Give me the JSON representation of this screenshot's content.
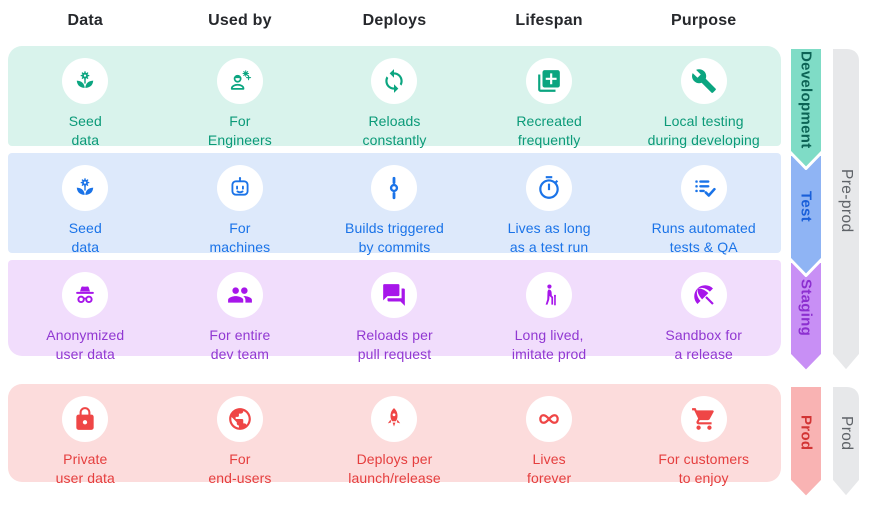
{
  "header": {
    "columns": [
      "Data",
      "Used by",
      "Deploys",
      "Lifespan",
      "Purpose"
    ]
  },
  "rows": [
    {
      "id": "development",
      "ribbon_label": "Development",
      "colors": {
        "bg": "#d9f3ec",
        "icon": "#0ba580",
        "text": "#0b9a78",
        "ribbon": "#7fdcc6",
        "ribbon_text": "#0c6355"
      },
      "cells": [
        {
          "icon": "seed-icon",
          "text": "Seed\ndata"
        },
        {
          "icon": "engineering-icon",
          "text": "For\nEngineers"
        },
        {
          "icon": "sync-icon",
          "text": "Reloads\nconstantly"
        },
        {
          "icon": "library-add-icon",
          "text": "Recreated\nfrequently"
        },
        {
          "icon": "wrench-icon",
          "text": "Local testing\nduring developing"
        }
      ]
    },
    {
      "id": "test",
      "ribbon_label": "Test",
      "colors": {
        "bg": "#dde9fb",
        "icon": "#1a73e8",
        "text": "#1a73e8",
        "ribbon": "#8fb4f4",
        "ribbon_text": "#1a5fd9"
      },
      "cells": [
        {
          "icon": "seed-icon",
          "text": "Seed\ndata"
        },
        {
          "icon": "robot-icon",
          "text": "For\nmachines"
        },
        {
          "icon": "commit-icon",
          "text": "Builds triggered\nby commits"
        },
        {
          "icon": "timer-icon",
          "text": "Lives as long\nas a test run"
        },
        {
          "icon": "checklist-icon",
          "text": "Runs automated\ntests & QA"
        }
      ]
    },
    {
      "id": "staging",
      "ribbon_label": "Staging",
      "colors": {
        "bg": "#f1ddfc",
        "icon": "#a716ea",
        "text": "#9138d2",
        "ribbon": "#c88ff5",
        "ribbon_text": "#8c2fd0"
      },
      "cells": [
        {
          "icon": "incognito-icon",
          "text": "Anonymized\nuser data"
        },
        {
          "icon": "group-icon",
          "text": "For entire\ndev team"
        },
        {
          "icon": "forum-icon",
          "text": "Reloads per\npull request"
        },
        {
          "icon": "elderly-icon",
          "text": "Long lived,\nimitate prod"
        },
        {
          "icon": "beach-umbrella-icon",
          "text": "Sandbox for\na release"
        }
      ]
    },
    {
      "id": "prod",
      "ribbon_label": "Prod",
      "colors": {
        "bg": "#fcdcdc",
        "icon": "#ef4646",
        "text": "#e53e3e",
        "ribbon": "#f9b3b3",
        "ribbon_text": "#d23434"
      },
      "cells": [
        {
          "icon": "lock-icon",
          "text": "Private\nuser data"
        },
        {
          "icon": "globe-icon",
          "text": "For\nend-users"
        },
        {
          "icon": "rocket-icon",
          "text": "Deploys per\nlaunch/release"
        },
        {
          "icon": "infinity-icon",
          "text": "Lives\nforever"
        },
        {
          "icon": "cart-icon",
          "text": "For customers\nto enjoy"
        }
      ]
    }
  ],
  "side_groups": [
    {
      "id": "pre-prod",
      "label": "Pre-prod",
      "color": "#e7e8ea",
      "text_color": "#5f6368",
      "spans_rows": [
        "development",
        "test",
        "staging"
      ]
    },
    {
      "id": "prod",
      "label": "Prod",
      "color": "#e7e8ea",
      "text_color": "#5f6368",
      "spans_rows": [
        "prod"
      ]
    }
  ]
}
